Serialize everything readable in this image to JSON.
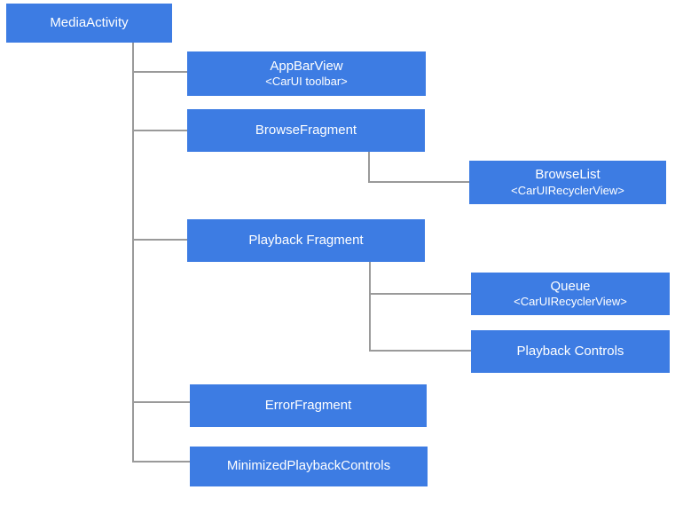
{
  "colors": {
    "node_fill": "#3d7ce3",
    "node_text": "#ffffff",
    "connector": "#9a9a9a",
    "background": "#ffffff"
  },
  "nodes": {
    "media_activity": {
      "label": "MediaActivity"
    },
    "app_bar_view": {
      "label": "AppBarView",
      "sublabel": "<CarUI toolbar>"
    },
    "browse_fragment": {
      "label": "BrowseFragment"
    },
    "browse_list": {
      "label": "BrowseList",
      "sublabel": "<CarUIRecyclerView>"
    },
    "playback_fragment": {
      "label": "Playback Fragment"
    },
    "queue": {
      "label": "Queue",
      "sublabel": "<CarUIRecyclerView>"
    },
    "playback_controls": {
      "label": "Playback Controls"
    },
    "error_fragment": {
      "label": "ErrorFragment"
    },
    "minimized_playback_controls": {
      "label": "MinimizedPlaybackControls"
    }
  },
  "edges": [
    {
      "from": "MediaActivity",
      "to": "AppBarView"
    },
    {
      "from": "MediaActivity",
      "to": "BrowseFragment"
    },
    {
      "from": "MediaActivity",
      "to": "Playback Fragment"
    },
    {
      "from": "MediaActivity",
      "to": "ErrorFragment"
    },
    {
      "from": "MediaActivity",
      "to": "MinimizedPlaybackControls"
    },
    {
      "from": "BrowseFragment",
      "to": "BrowseList"
    },
    {
      "from": "Playback Fragment",
      "to": "Queue"
    },
    {
      "from": "Playback Fragment",
      "to": "Playback Controls"
    }
  ]
}
